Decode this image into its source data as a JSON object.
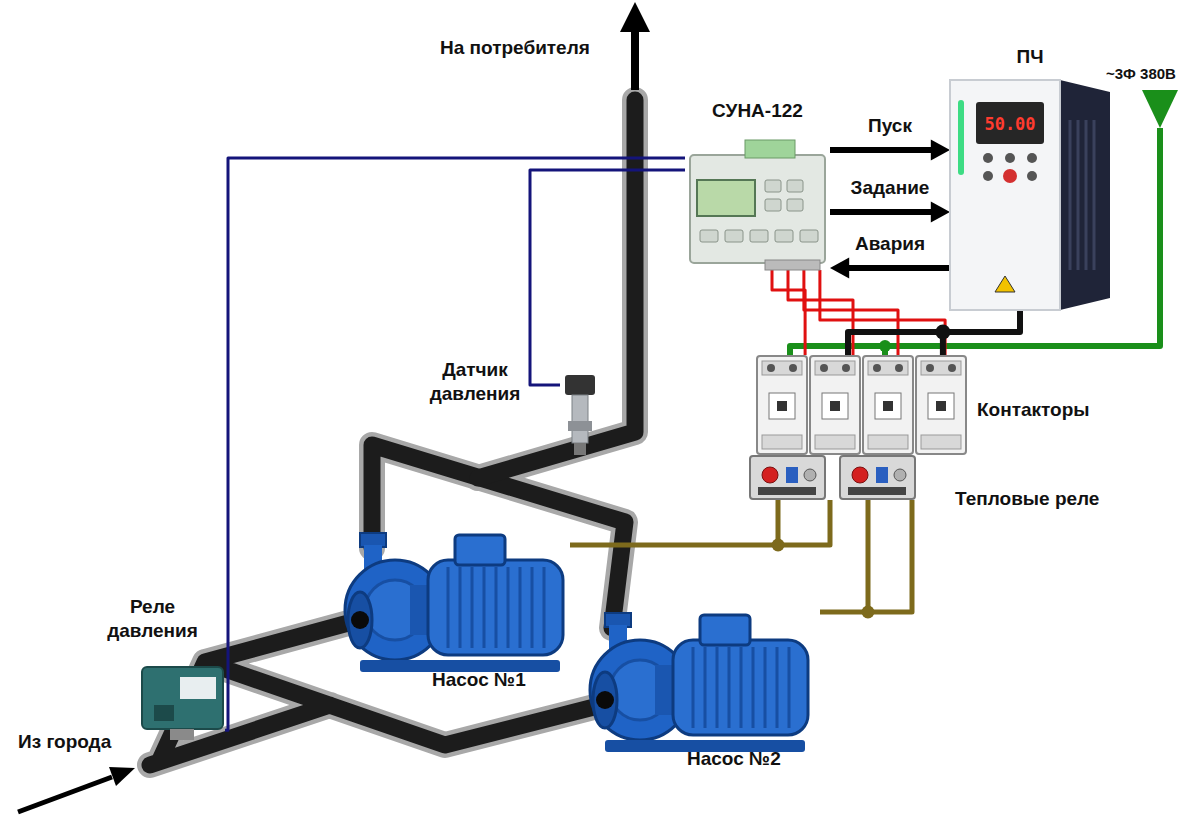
{
  "diagram": {
    "nodes": [
      {
        "text": [
          "СУНА-122"
        ]
      },
      {
        "text": [
          "ПЧ"
        ]
      },
      {
        "text": [
          "Датчик давления"
        ]
      },
      {
        "text": [
          "Контакторы"
        ]
      },
      {
        "text": [
          "Тепловые реле"
        ]
      },
      {
        "text": [
          "Реле давления"
        ]
      },
      {
        "text": [
          "Насос №1"
        ]
      },
      {
        "text": [
          "Насос №2"
        ]
      }
    ],
    "edges": [
      {
        "from": 0,
        "to": 1,
        "label": "Пуск",
        "arrow": "to"
      },
      {
        "from": 0,
        "to": 1,
        "label": "Задание",
        "arrow": "to"
      },
      {
        "from": 1,
        "to": 0,
        "label": "Авария",
        "arrow": "to"
      },
      {
        "from": 0,
        "to": 2,
        "arrow": "none"
      },
      {
        "from": 0,
        "to": 5,
        "arrow": "none"
      },
      {
        "from": 0,
        "to": 3,
        "arrow": "none"
      },
      {
        "from": 1,
        "to": 3,
        "arrow": "none"
      },
      {
        "from": 4,
        "to": 6,
        "arrow": "none"
      },
      {
        "from": 4,
        "to": 7,
        "arrow": "none"
      }
    ],
    "labels": [
      "На потребителя",
      "~3Ф 380В",
      "50.00",
      "Из города"
    ]
  }
}
